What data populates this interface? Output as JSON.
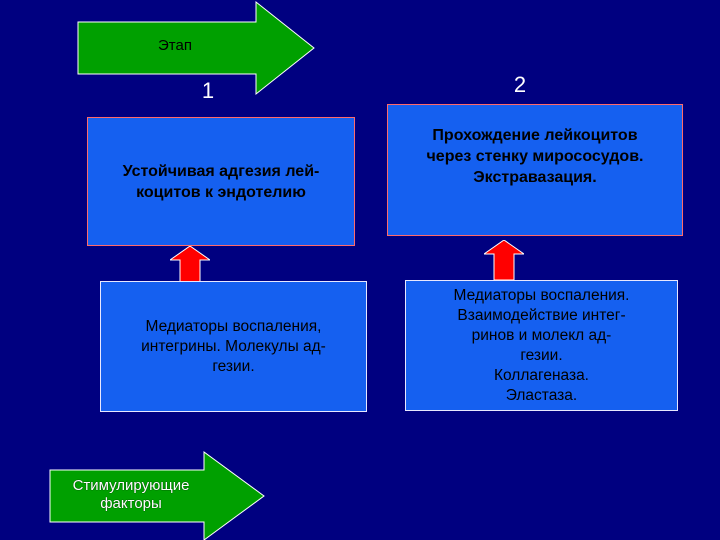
{
  "header_arrow": {
    "label": "Этап",
    "color": "#00a000"
  },
  "stages": [
    {
      "number": "1",
      "process": "Устойчивая  адгезия лей-\nкоцитов к эндотелию",
      "mediators": "Медиаторы воспаления,\nинтегрины. Молекулы ад-\nгезии."
    },
    {
      "number": "2",
      "process": "Прохождение лейкоцитов\nчерез стенку миpососудов.\nЭкстравазация.",
      "mediators": "Медиаторы воспаления.\nВзаимодействие интег-\nринов и молекл ад-\nгезии.\nКоллагеназа.\nЭластаза."
    }
  ],
  "footer_arrow": {
    "label": "Стимулирующие\nфакторы",
    "color": "#00a000"
  },
  "colors": {
    "background": "#000080",
    "box": "#1560f0",
    "up_arrow": "#ff0000"
  }
}
